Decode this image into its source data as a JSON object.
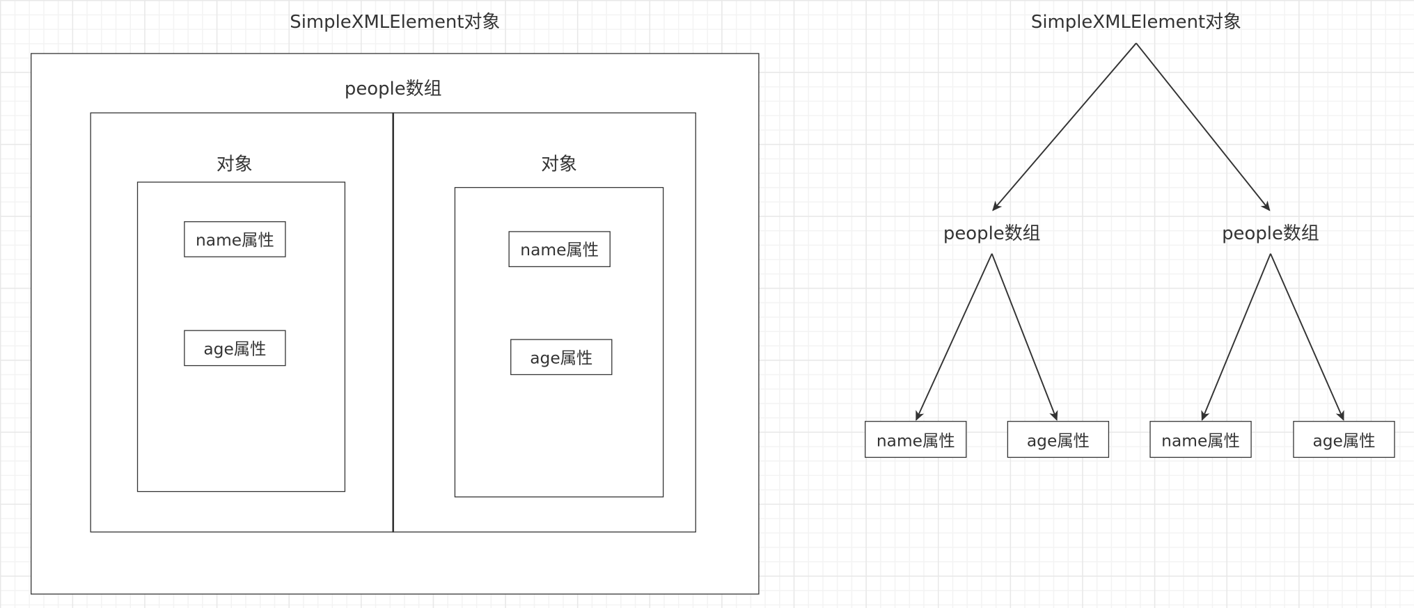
{
  "nested_diagram": {
    "root_label": "SimpleXMLElement对象",
    "array_label": "people数组",
    "objects": [
      {
        "label": "对象",
        "name_attr": "name属性",
        "age_attr": "age属性"
      },
      {
        "label": "对象",
        "name_attr": "name属性",
        "age_attr": "age属性"
      }
    ]
  },
  "tree_diagram": {
    "root_label": "SimpleXMLElement对象",
    "children": [
      {
        "label": "people数组",
        "leaves": [
          "name属性",
          "age属性"
        ]
      },
      {
        "label": "people数组",
        "leaves": [
          "name属性",
          "age属性"
        ]
      }
    ]
  },
  "colors": {
    "stroke": "#333333",
    "background": "#ffffff",
    "grid": "#e8e8e8"
  }
}
